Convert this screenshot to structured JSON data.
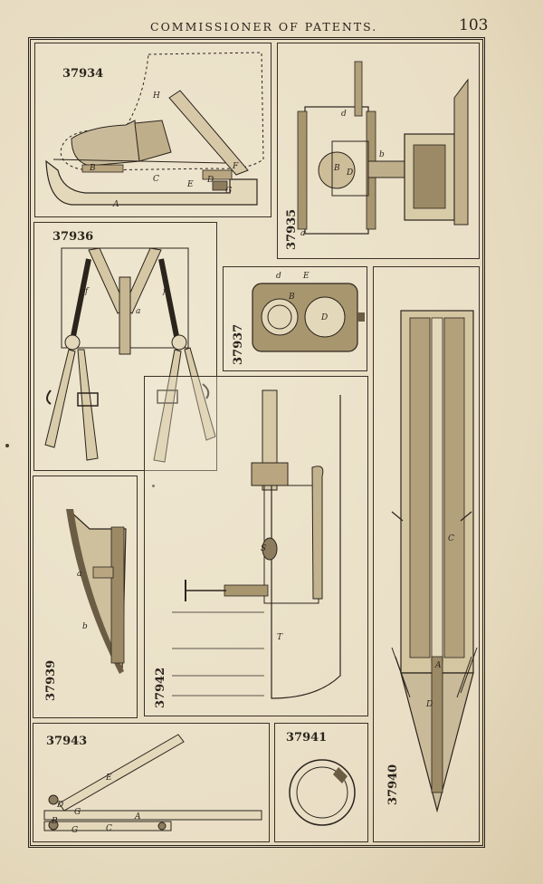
{
  "header": {
    "title": "COMMISSIONER OF PATENTS.",
    "page_number": "103"
  },
  "figures": {
    "f37934": {
      "number": "37934",
      "labels": [
        "H",
        "B",
        "C",
        "E",
        "D",
        "F",
        "G",
        "A"
      ]
    },
    "f37935": {
      "number": "37935",
      "labels": [
        "d",
        "B",
        "D",
        "b",
        "a"
      ]
    },
    "f37936": {
      "number": "37936",
      "labels": [
        "f",
        "a",
        "f"
      ]
    },
    "f37937": {
      "number": "37937",
      "labels": [
        "d",
        "E",
        "B",
        "D"
      ]
    },
    "f37939": {
      "number": "37939",
      "labels": [
        "a",
        "b"
      ]
    },
    "f37942": {
      "number": "37942",
      "labels": [
        "S",
        "T"
      ]
    },
    "f37940": {
      "number": "37940",
      "labels": [
        "C",
        "A",
        "D"
      ]
    },
    "f37943": {
      "number": "37943",
      "labels": [
        "E",
        "D",
        "G",
        "B",
        "A",
        "C",
        "G"
      ]
    },
    "f37941": {
      "number": "37941",
      "labels": []
    }
  }
}
